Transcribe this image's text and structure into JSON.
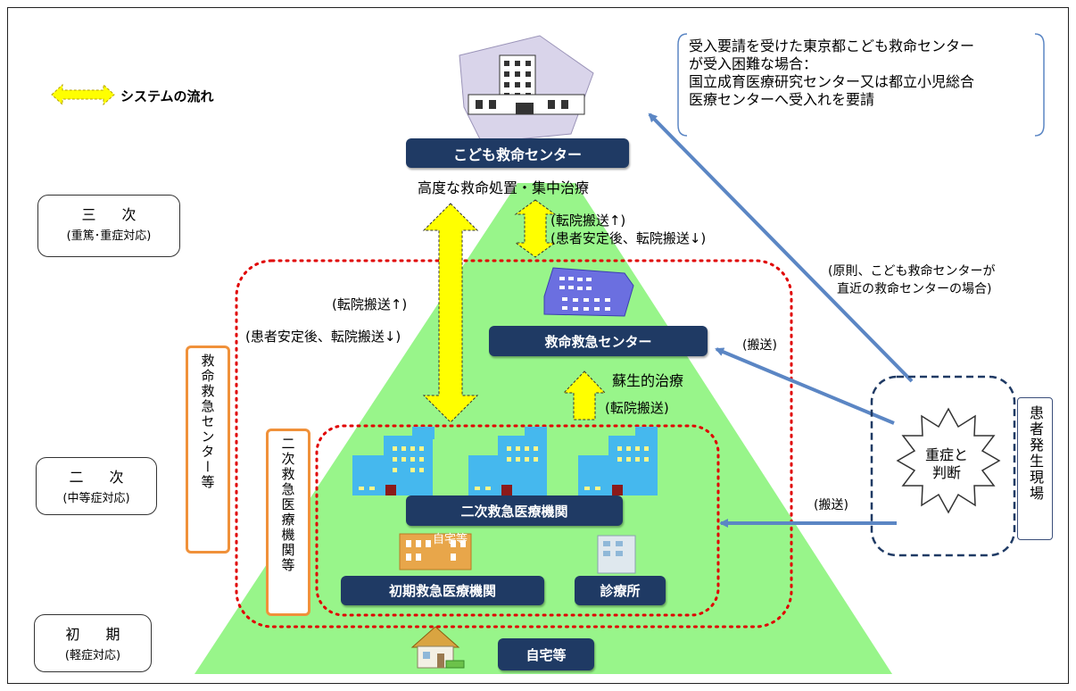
{
  "legend": {
    "label": "システムの流れ"
  },
  "levels": {
    "tertiary": {
      "title": "三 次",
      "sub": "(重篤･重症対応)"
    },
    "secondary": {
      "title": "二 次",
      "sub": "(中等症対応)"
    },
    "primary": {
      "title": "初 期",
      "sub": "(軽症対応)"
    }
  },
  "children_center": {
    "label": "こども救命センター",
    "caption": "高度な救命処置・集中治療"
  },
  "emergency_center": {
    "label": "救命救急センター",
    "caption": "蘇生的治療"
  },
  "secondary_hospital": {
    "label": "二次救急医療機関"
  },
  "primary_hospital": {
    "label": "初期救急医療機関"
  },
  "clinic": {
    "label": "診療所"
  },
  "home": {
    "label": "自宅等",
    "overlay": "自宅等"
  },
  "arrows": {
    "center_transfer_up": "(転院搬送↑)",
    "center_transfer_down": "(患者安定後、転院搬送↓)",
    "left_transfer_up": "(転院搬送↑)",
    "left_transfer_down": "(患者安定後、転院搬送↓)",
    "secondary_to_center": "(転院搬送)",
    "transport_1": "(搬送)",
    "transport_2": "(搬送)",
    "direct_note_line1": "(原則、こども救命センターが",
    "direct_note_line2": "直近の救命センターの場合)"
  },
  "vertical_labels": {
    "emergency_center_group": "救命救急センター等",
    "secondary_group": "二次救急医療機関等",
    "patient_site": "患者発生現場"
  },
  "severe": {
    "line1": "重症と",
    "line2": "判断"
  },
  "info_note": {
    "line1": "受入要請を受けた東京都こども救命センター",
    "line2": "が受入困難な場合：",
    "line3": "国立成育医療研究センター又は都立小児総合",
    "line4": "医療センターへ受入れを要請"
  },
  "colors": {
    "navy": "#1f3a64",
    "pyramid": "#98f58a",
    "arrow_yellow": "#ffff00",
    "arrow_blue": "#5b86c4",
    "dotted_red": "#e00000",
    "orange": "#f0913a"
  }
}
